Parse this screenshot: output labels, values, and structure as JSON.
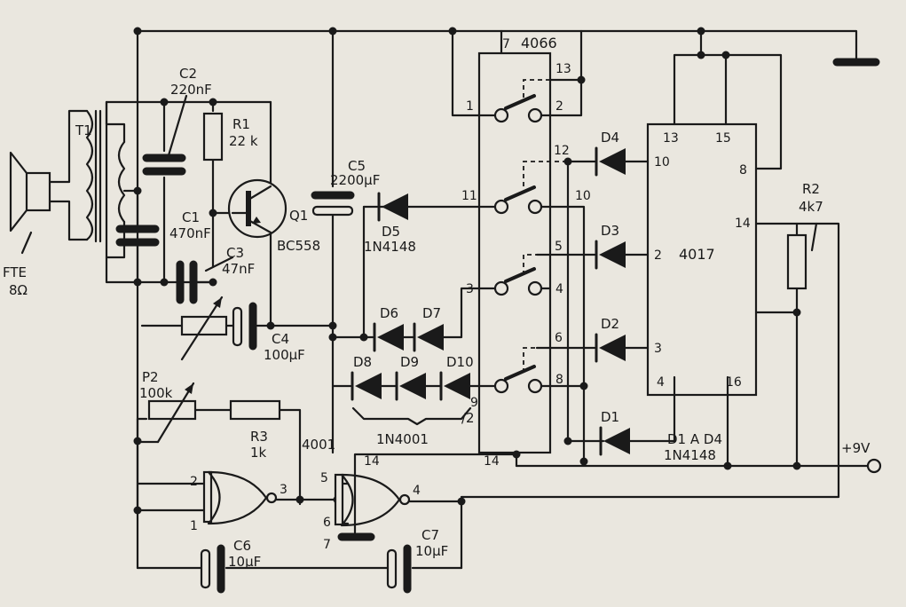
{
  "components": {
    "t1": "T1",
    "speaker": "FTE",
    "speaker_ohm": "8Ω",
    "c2": "C2",
    "c2_val": "220nF",
    "r1": "R1",
    "r1_val": "22 k",
    "c1": "C1",
    "c1_val": "470nF",
    "c3": "C3",
    "c3_val": "47nF",
    "q1": "Q1",
    "q1_val": "BC558",
    "c5": "C5",
    "c5_val": "2200µF",
    "d5": "D5",
    "d5_val": "1N4148",
    "c4": "C4",
    "c4_val": "100µF",
    "p2": "P2",
    "p2_val": "100k",
    "r3": "R3",
    "r3_val": "1k",
    "gate_ic": "4001",
    "d6": "D6",
    "d7": "D7",
    "d8": "D8",
    "d9": "D9",
    "d10": "D10",
    "d6_10_val": "1N4001",
    "ic_switch": "4066",
    "ic_counter": "4017",
    "d1": "D1",
    "d2": "D2",
    "d3": "D3",
    "d4": "D4",
    "d1_d4_range": "D1 A D4",
    "d1_d4_val": "1N4148",
    "r2": "R2",
    "r2_val": "4k7",
    "supply": "+9V",
    "c6": "C6",
    "c6_val": "10µF",
    "c7": "C7",
    "c7_val": "10µF",
    "slash": "/2"
  },
  "pins": {
    "s4066_vss": "7",
    "s4066_13": "13",
    "s4066_1": "1",
    "s4066_2": "2",
    "s4066_12": "12",
    "s4066_11": "11",
    "s4066_10": "10",
    "s4066_5": "5",
    "s4066_3": "3",
    "s4066_4": "4",
    "s4066_6": "6",
    "s4066_8": "8",
    "s4066_9": "9",
    "c4017_13": "13",
    "c4017_15": "15",
    "c4017_10": "10",
    "c4017_8": "8",
    "c4017_14": "14",
    "c4017_2": "2",
    "c4017_3": "3",
    "c4017_4": "4",
    "c4017_16": "16",
    "g1_in2": "2",
    "g1_in1": "1",
    "g1_out3": "3",
    "g2_in5": "5",
    "g2_in6": "6",
    "g2_out4": "4",
    "g2_vdd14": "14",
    "g2_vss7": "7",
    "vdd14_b": "14"
  }
}
